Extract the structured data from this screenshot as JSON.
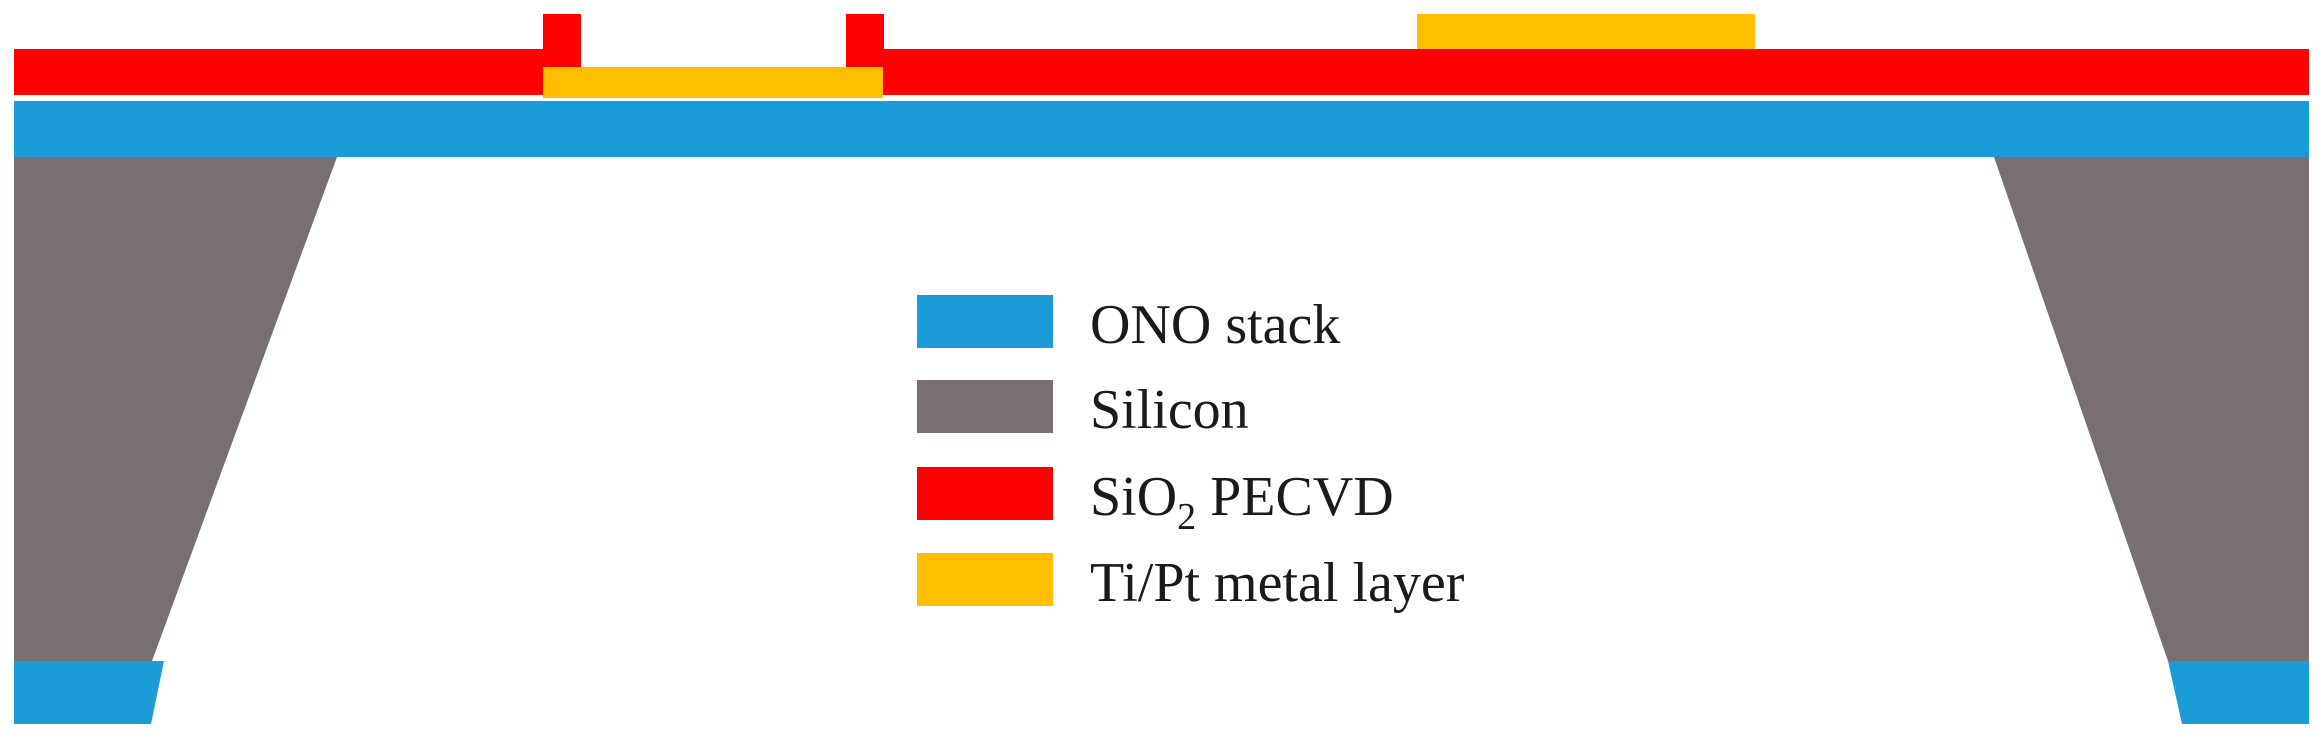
{
  "colors": {
    "ono_stack": "#1b9bd7",
    "silicon": "#787070",
    "sio2_pecvd": "#ff0000",
    "metal": "#ffbf00",
    "background": "#ffffff"
  },
  "legend": [
    {
      "key": "ono_stack",
      "label": "ONO stack",
      "color": "#1b9bd7"
    },
    {
      "key": "silicon",
      "label": "Silicon",
      "color": "#787070"
    },
    {
      "key": "sio2",
      "label_main": "SiO",
      "label_sub": "2",
      "label_rest": " PECVD",
      "color": "#ff0000"
    },
    {
      "key": "metal",
      "label": "Ti/Pt metal layer",
      "color": "#ffbf00"
    }
  ]
}
